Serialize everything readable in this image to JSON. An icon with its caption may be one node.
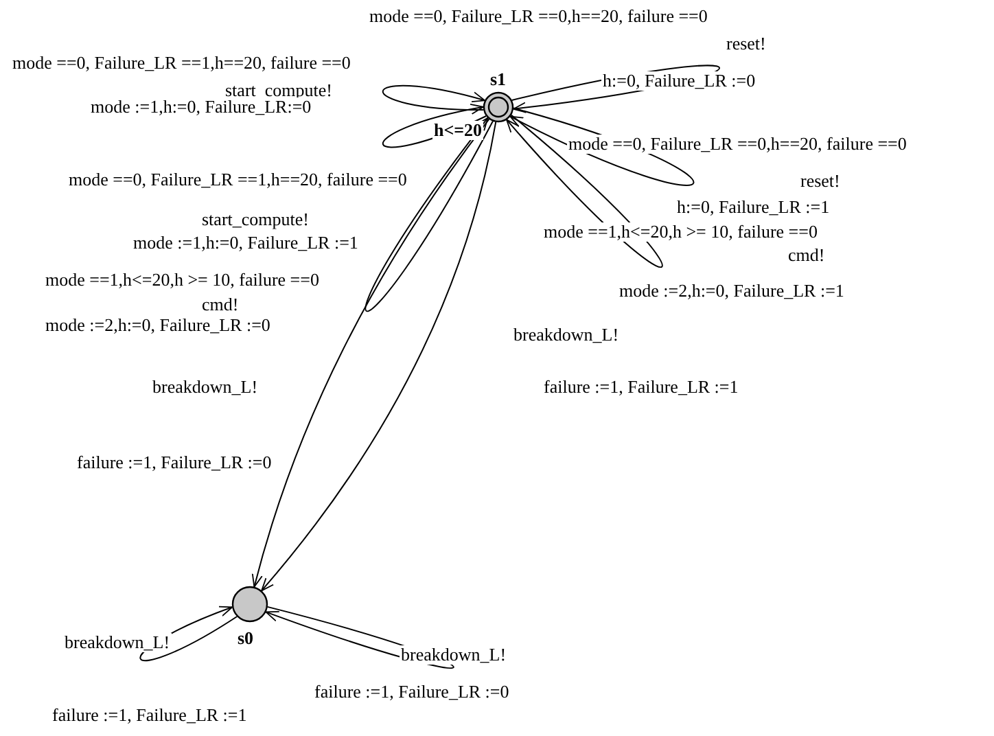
{
  "diagram": {
    "nodes": [
      {
        "text": [
          "s1"
        ],
        "beside": [
          "h<=20"
        ]
      },
      {
        "text": [
          "s0"
        ]
      }
    ],
    "edges": [
      {
        "from": 0,
        "to": 0,
        "arrow": "to",
        "label": "mode ==0, Failure_LR ==1,h==20, failure ==0"
      },
      {
        "from": 0,
        "to": 0,
        "arrow": "to",
        "label": "mode ==0, Failure_LR ==1,h==20, failure ==0"
      },
      {
        "from": 0,
        "to": 0,
        "arrow": "to",
        "label": "mode ==1,h<=20,h >= 10, failure ==0"
      },
      {
        "from": 0,
        "to": 0,
        "arrow": "to",
        "label": "mode ==0, Failure_LR ==0,h==20, failure ==0"
      },
      {
        "from": 0,
        "to": 0,
        "arrow": "to",
        "label": "mode ==0, Failure_LR ==0,h==20, failure ==0"
      },
      {
        "from": 0,
        "to": 0,
        "arrow": "to",
        "label": "mode ==1,h<=20,h >= 10, failure ==0"
      },
      {
        "from": 0,
        "to": 1,
        "arrow": "to",
        "label": "breakdown_L!"
      },
      {
        "from": 0,
        "to": 1,
        "arrow": "to",
        "label": "breakdown_L!"
      },
      {
        "from": 1,
        "to": 1,
        "arrow": "to",
        "label": "breakdown_L!"
      },
      {
        "from": 1,
        "to": 1,
        "arrow": "to",
        "label": "breakdown_L!"
      }
    ],
    "labels": [
      "start_compute!",
      "mode :=1,h:=0, Failure_LR:=0",
      "start_compute!",
      "mode :=1,h:=0, Failure_LR :=1",
      "cmd!",
      "mode :=2,h:=0, Failure_LR :=0",
      "reset!",
      "h:=0, Failure_LR :=0",
      "reset!",
      "h:=0, Failure_LR :=1",
      "cmd!",
      "mode :=2,h:=0, Failure_LR :=1",
      "failure :=1, Failure_LR :=0",
      "failure :=1, Failure_LR :=1",
      "failure :=1, Failure_LR :=0",
      "failure :=1, Failure_LR :=1"
    ]
  }
}
